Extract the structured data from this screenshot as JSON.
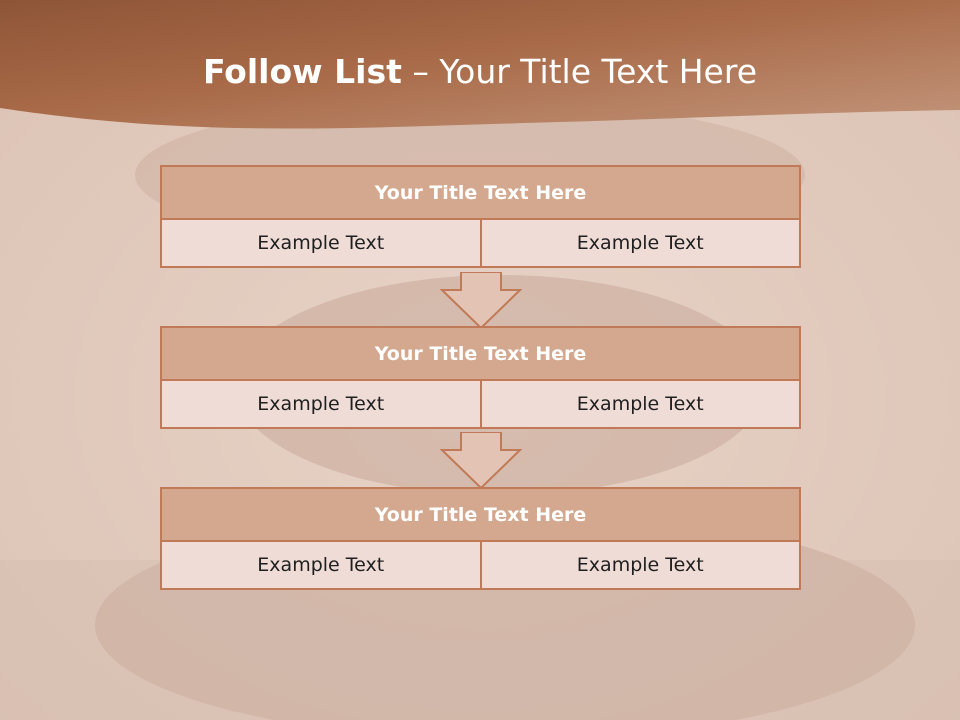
{
  "slide": {
    "title_bold": "Follow List",
    "title_rest": "– Your Title Text Here"
  },
  "blocks": [
    {
      "title": "Your Title Text Here",
      "left": "Example Text",
      "right": "Example Text"
    },
    {
      "title": "Your Title Text Here",
      "left": "Example Text",
      "right": "Example Text"
    },
    {
      "title": "Your Title Text Here",
      "left": "Example Text",
      "right": "Example Text"
    }
  ],
  "colors": {
    "header_band": "#a0603f",
    "title_fill": "#d3a88e",
    "cell_fill": "#efdcd6",
    "border": "#c07a57"
  }
}
